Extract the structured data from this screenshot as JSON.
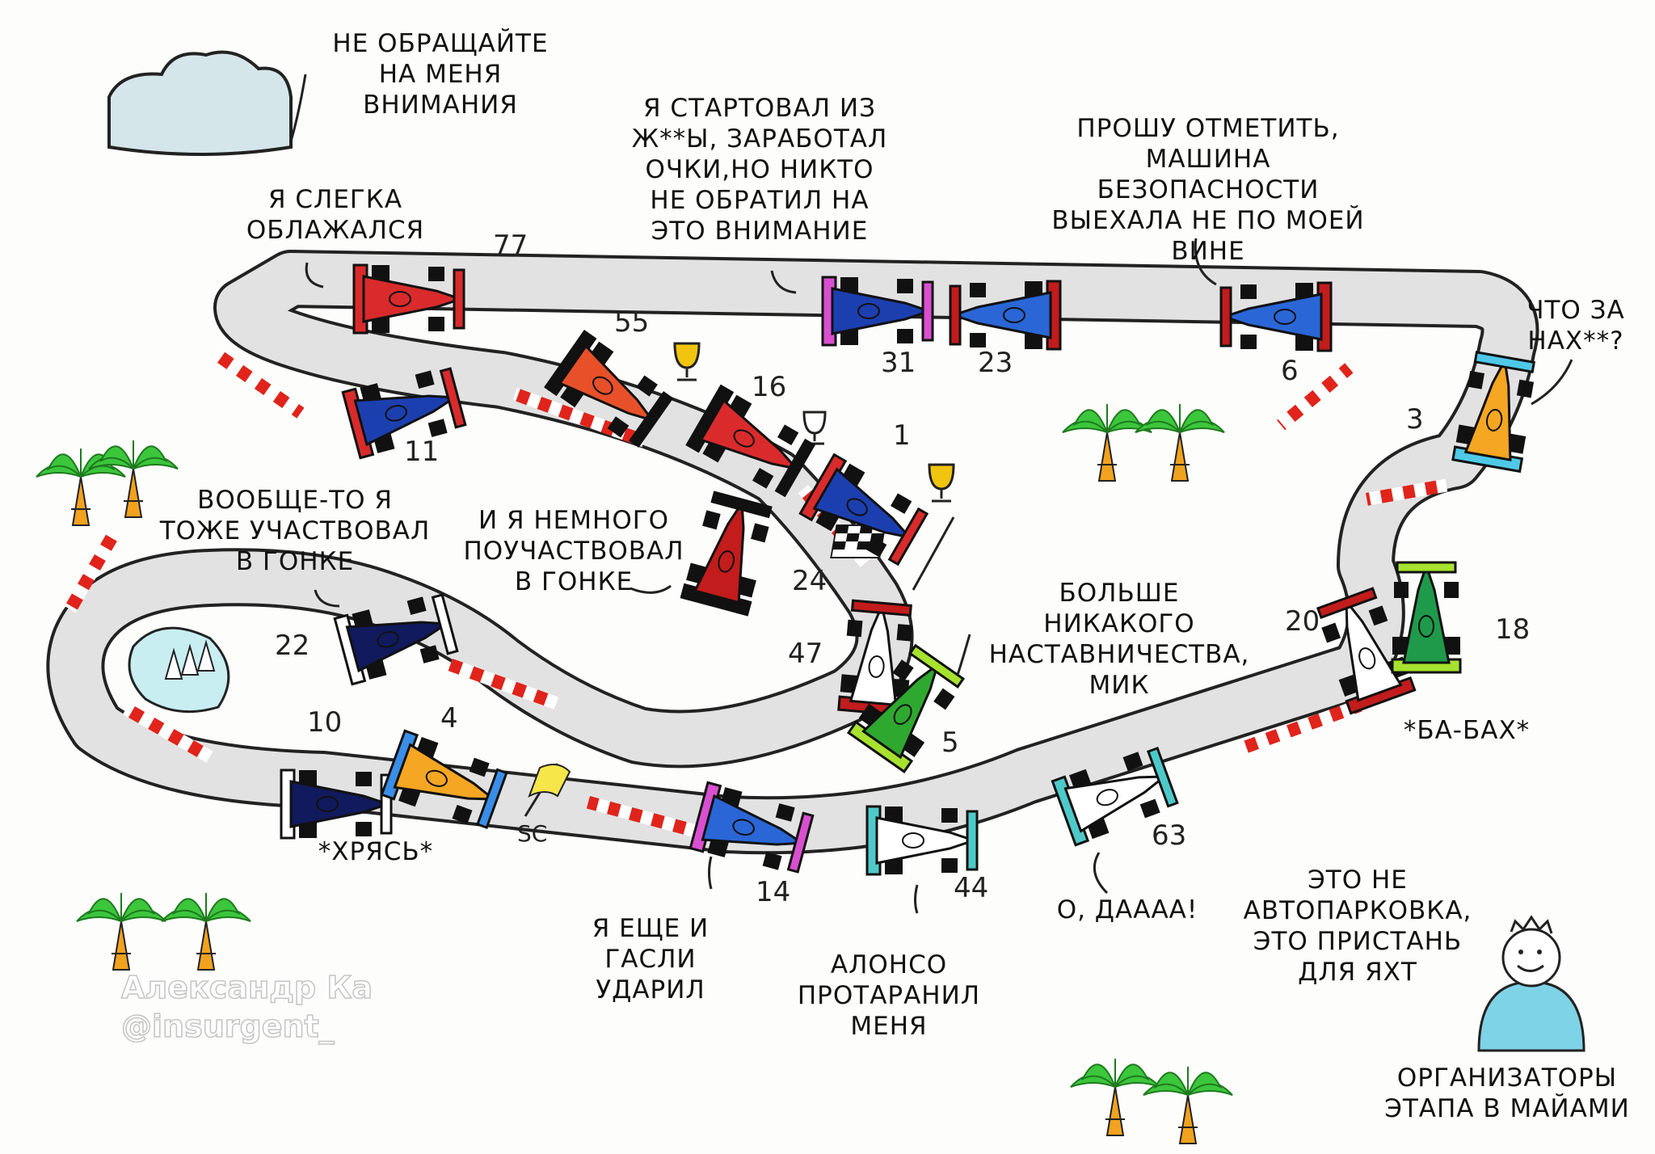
{
  "captions": {
    "cloud": "НЕ ОБРАЩАЙТЕ\nНА МЕНЯ\nВНИМАНИЯ",
    "started": "Я СТАРТОВАЛ ИЗ\nЖ**Ы, ЗАРАБОТАЛ\nОЧКИ,НО НИКТО\nНЕ ОБРАТИЛ НА\nЭТО ВНИМАНИЕ",
    "safety": "ПРОШУ ОТМЕТИТЬ,\nМАШИНА БЕЗОПАСНОСТИ\nВЫЕХАЛА НЕ ПО МОЕЙ\nВИНЕ",
    "slightly": "Я СЛЕГКА\nОБЛАЖАЛСЯ",
    "what": "ЧТО ЗА\nНАХ**?",
    "also_raced": "ВООБЩЕ-ТО Я\nТОЖЕ УЧАСТВОВАЛ\nВ ГОНКЕ",
    "little_raced": "И Я НЕМНОГО\nПОУЧАСТВОВАЛ\nВ ГОНКЕ",
    "mentoring": "БОЛЬШЕ\nНИКАКОГО\nНАСТАВНИЧЕСТВА,\nМИК",
    "babah": "*БА-БАХ*",
    "hryas": "*ХРЯСЬ*",
    "gasly": "Я ЕЩЕ И\nГАСЛИ\nУДАРИЛ",
    "alonso": "АЛОНСО\nПРОТАРАНИЛ\nМЕНЯ",
    "odaaa": "О, ДАААА!",
    "yachts": "ЭТО НЕ\nАВТОПАРКОВКА,\nЭТО ПРИСТАНЬ\nДЛЯ ЯХТ",
    "organizers": "ОРГАНИЗАТОРЫ\nЭТАПА В МАЙАМИ"
  },
  "watermark": {
    "name": "Александр Ка",
    "handle": "@insurgent_"
  },
  "cars": [
    {
      "num": "77",
      "body": "#d92b2b",
      "wing": "#d92b2b"
    },
    {
      "num": "31",
      "body": "#1c3fb0",
      "wing": "#d94fd0"
    },
    {
      "num": "23",
      "body": "#2a66d6",
      "wing": "#c21c1c"
    },
    {
      "num": "6",
      "body": "#2a66d6",
      "wing": "#c21c1c"
    },
    {
      "num": "55",
      "body": "#e8502a",
      "wing": "#111111"
    },
    {
      "num": "16",
      "body": "#d92b2b",
      "wing": "#111111"
    },
    {
      "num": "1",
      "body": "#1c3fb0",
      "wing": "#d92b2b"
    },
    {
      "num": "11",
      "body": "#1c3fb0",
      "wing": "#d92b2b"
    },
    {
      "num": "3",
      "body": "#f5a623",
      "wing": "#4ec9e8"
    },
    {
      "num": "24",
      "body": "#c21c1c",
      "wing": "#111111"
    },
    {
      "num": "22",
      "body": "#101a5c",
      "wing": "#ffffff"
    },
    {
      "num": "47",
      "body": "#ffffff",
      "wing": "#c21c1c"
    },
    {
      "num": "5",
      "body": "#2fa82f",
      "wing": "#a6e22e"
    },
    {
      "num": "20",
      "body": "#ffffff",
      "wing": "#c21c1c"
    },
    {
      "num": "18",
      "body": "#1f9a4a",
      "wing": "#a6e22e"
    },
    {
      "num": "10",
      "body": "#101a5c",
      "wing": "#ffffff"
    },
    {
      "num": "4",
      "body": "#f5a623",
      "wing": "#3a8ee8"
    },
    {
      "num": "14",
      "body": "#2a66d6",
      "wing": "#d94fd0"
    },
    {
      "num": "44",
      "body": "#ffffff",
      "wing": "#4ec9c9"
    },
    {
      "num": "63",
      "body": "#ffffff",
      "wing": "#4ec9c9"
    }
  ],
  "sc_label": "SC",
  "colors": {
    "track": "#e2e2e2",
    "kerb_red": "#e0241b",
    "palm": "#3cc63c",
    "trunk": "#f1a21e",
    "water": "#c8eef2"
  }
}
